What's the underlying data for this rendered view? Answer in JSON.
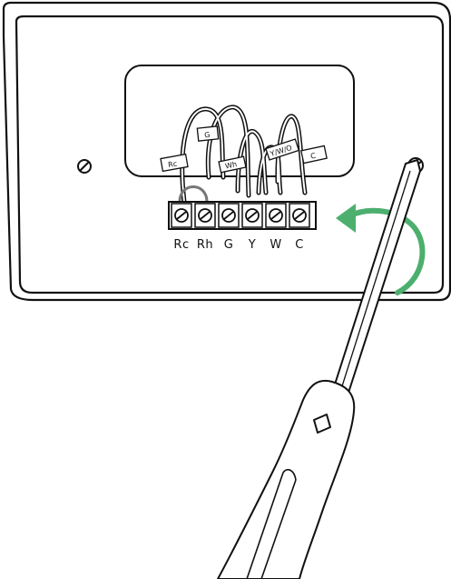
{
  "wire_tags": {
    "rc": "Rc",
    "g": "G",
    "wh": "Wh",
    "ybyw": "Y/W/O",
    "c": "C"
  },
  "terminals": [
    "Rc",
    "Rh",
    "G",
    "Y",
    "W",
    "C"
  ],
  "colors": {
    "outline": "#111111",
    "arrow": "#4caf6e",
    "background": "#ffffff"
  },
  "icons": {
    "rotation_arrow": "counterclockwise-arrow-icon",
    "screw": "screw-icon",
    "tool": "screwdriver-icon"
  }
}
